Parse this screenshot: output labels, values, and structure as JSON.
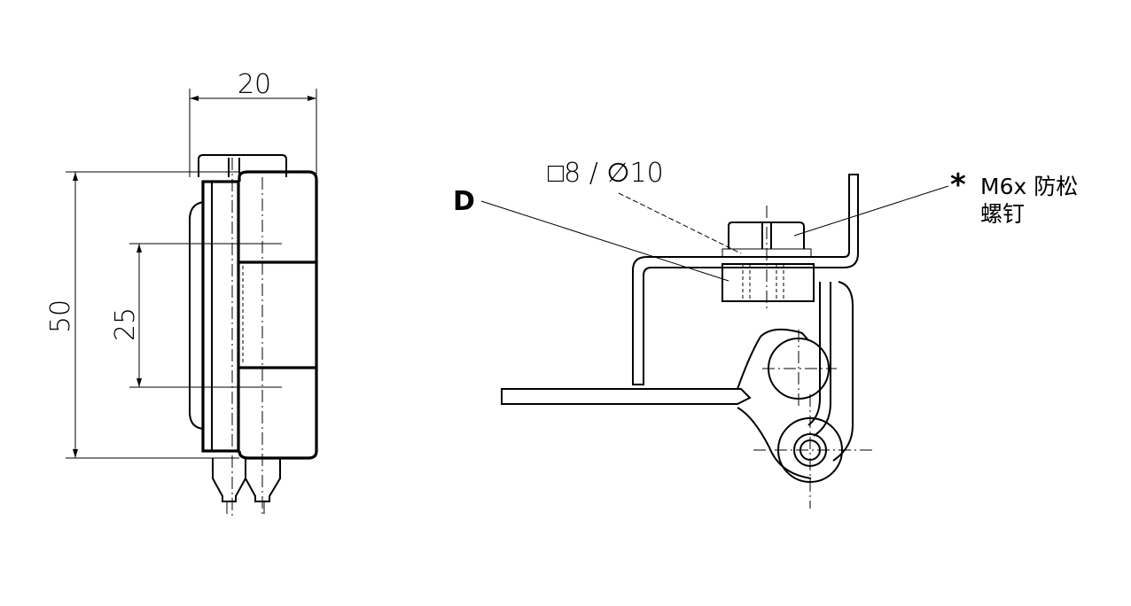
{
  "front_view": {
    "dim_width": "20",
    "dim_height": "50",
    "dim_pitch": "25"
  },
  "side_view": {
    "label_d": "D",
    "hole_spec": "□8 / ∅10",
    "note_star": "*",
    "note_line1": "M6x 防松",
    "note_line2": "螺钉"
  },
  "colors": {
    "line": "#000000",
    "background": "#ffffff"
  }
}
